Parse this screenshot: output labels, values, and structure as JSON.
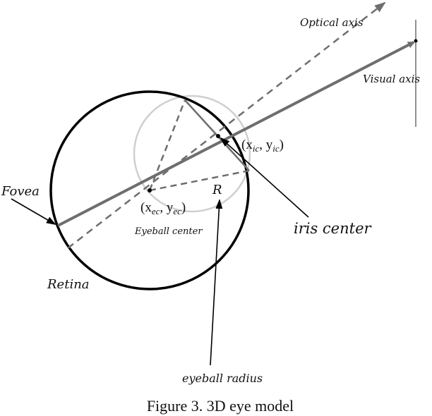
{
  "caption": "Figure 3. 3D eye model",
  "labels": {
    "optical_axis": "Optical axis",
    "visual_axis": "Visual axis",
    "fovea": "Fovea",
    "retina": "Retina",
    "iris_coord": "(x",
    "iris_coord_sub1": "ic",
    "iris_coord_mid": ", y",
    "iris_coord_sub2": "ic",
    "iris_coord_end": ")",
    "eye_coord": "(x",
    "eye_coord_sub1": "ec",
    "eye_coord_mid": ", y",
    "eye_coord_sub2": "ec",
    "eye_coord_end": ")",
    "eyeball_center": "Eyeball center",
    "radius_symbol": "R",
    "iris_center": "iris center",
    "eyeball_radius": "eyeball radius"
  },
  "colors": {
    "eyeball_outline": "#000000",
    "iris_circle": "#cfcfcf",
    "axis_gray": "#6e6e6e",
    "text": "#111111"
  }
}
